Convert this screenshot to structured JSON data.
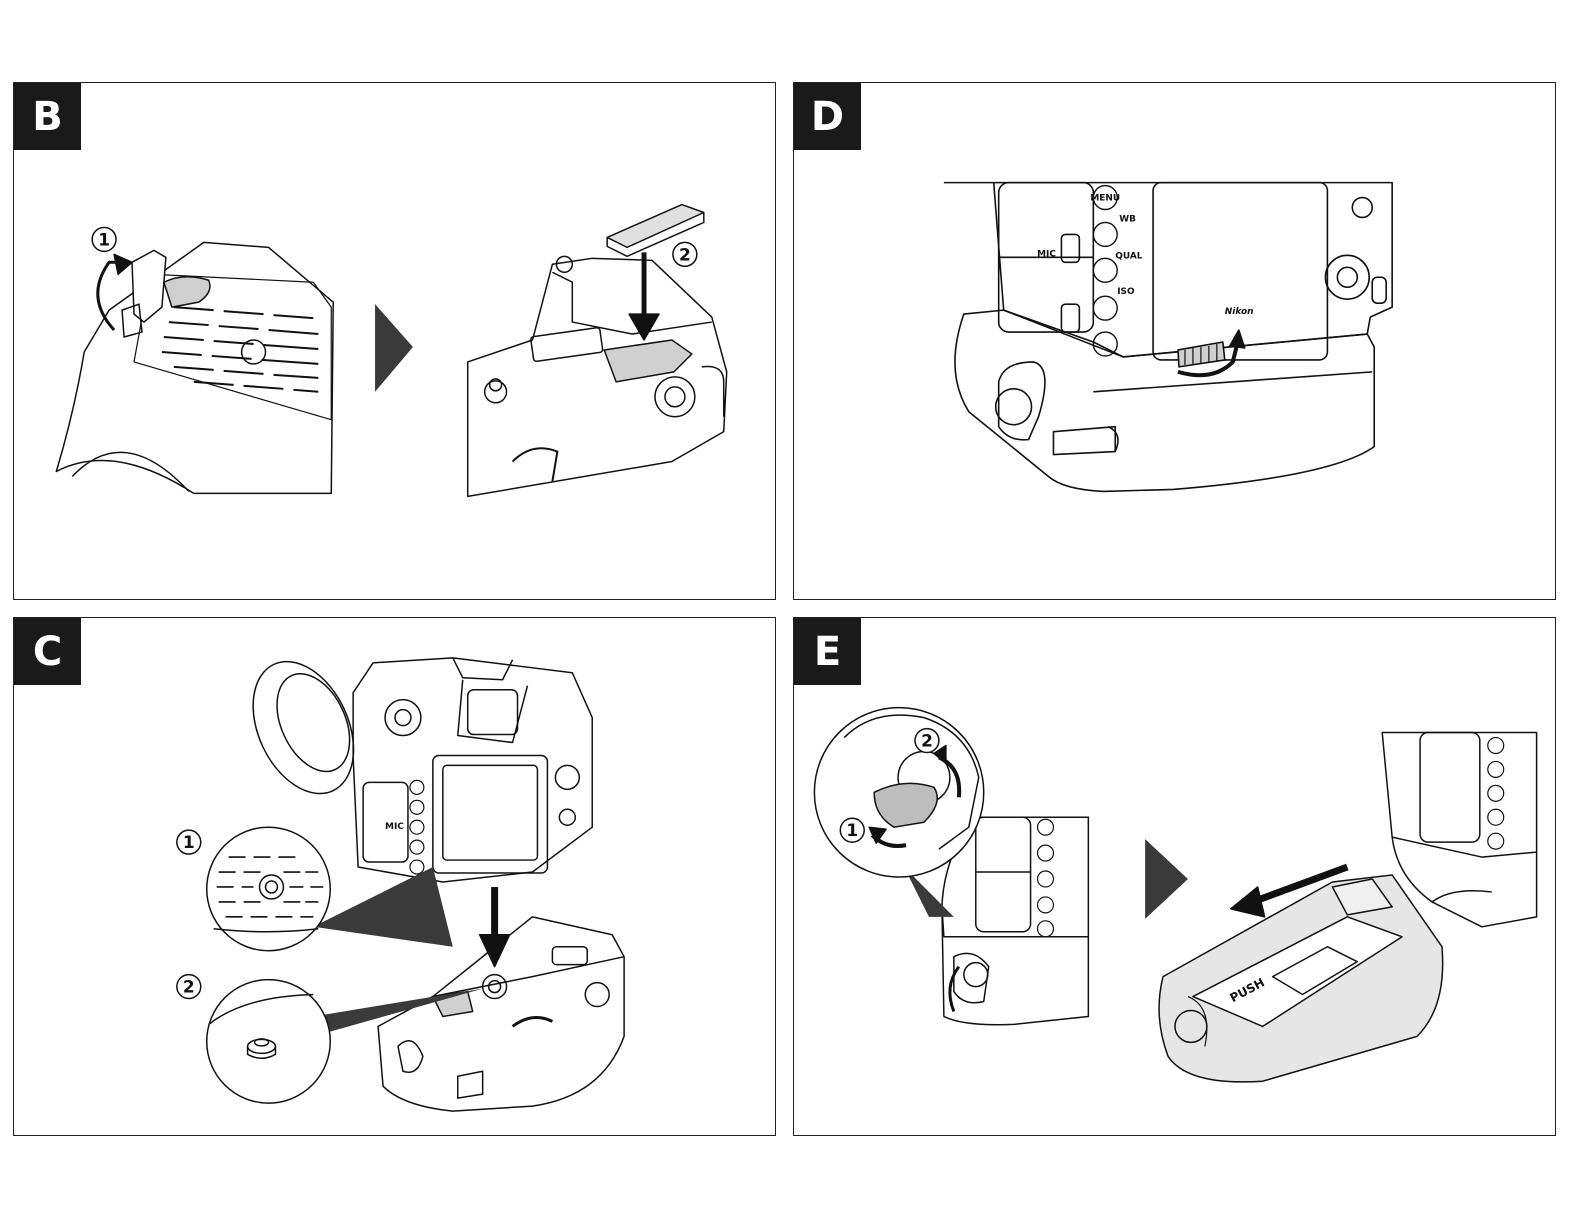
{
  "panels": {
    "b": {
      "letter": "B",
      "steps": [
        "1",
        "2"
      ]
    },
    "d": {
      "letter": "D",
      "camera_labels": {
        "menu": "MENU",
        "mic": "MIC",
        "wb": "WB",
        "qual": "QUAL",
        "iso": "ISO",
        "brand": "Nikon"
      }
    },
    "c": {
      "letter": "C",
      "steps": [
        "1",
        "2"
      ],
      "camera_labels": {
        "mic": "MIC"
      }
    },
    "e": {
      "letter": "E",
      "steps": [
        "1",
        "2"
      ],
      "tray_label": "PUSH"
    }
  },
  "colors": {
    "frame": "#222222",
    "tab": "#1a1a1a",
    "line": "#111111",
    "shade": "#bdbdbd",
    "arrow": "#3a3a3a"
  }
}
